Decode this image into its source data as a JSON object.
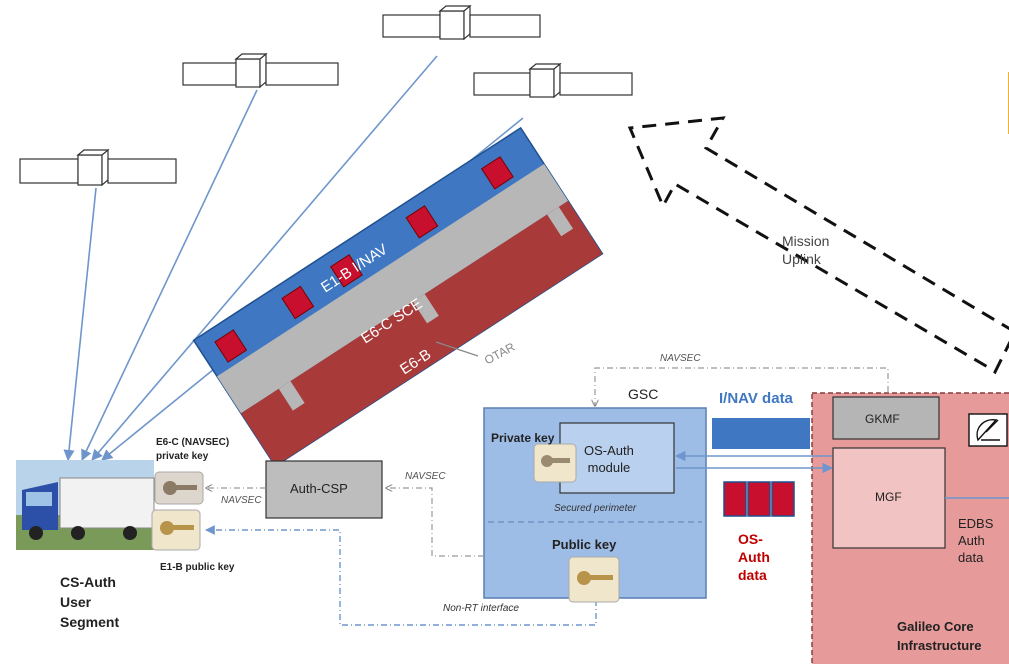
{
  "frequencies": {
    "e1b_inav": "E1-B I/NAV",
    "e6c_sce": "E6-C SCE",
    "e6b": "E6-B"
  },
  "labels": {
    "otar": "OTAR",
    "mission_uplink_line1": "Mission",
    "mission_uplink_line2": "Uplink",
    "navsec_top": "NAVSEC",
    "gsc": "GSC",
    "inav_data": "I/NAV data",
    "private_key": "Private key",
    "os_auth_module_line1": "OS-Auth",
    "os_auth_module_line2": "module",
    "secured_perimeter": "Secured perimeter",
    "public_key": "Public key",
    "os_auth_data_line1": "OS-",
    "os_auth_data_line2": "Auth",
    "os_auth_data_line3": "data",
    "gkmf": "GKMF",
    "mgf": "MGF",
    "edbs_line1": "EDBS",
    "edbs_line2": "Auth",
    "edbs_line3": "data",
    "galileo_line1": "Galileo Core",
    "galileo_line2": "Infrastructure",
    "auth_csp": "Auth-CSP",
    "navsec_mid": "NAVSEC",
    "navsec_left": "NAVSEC",
    "e6c_key_line1": "E6-C (NAVSEC)",
    "e6c_key_line2": "private key",
    "e1b_public_key": "E1-B public key",
    "non_rt_interface": "Non-RT interface",
    "user_segment_line1": "CS-Auth",
    "user_segment_line2": "User",
    "user_segment_line3": "Segment"
  },
  "colors": {
    "sat_stroke": "#333333",
    "signal_line": "#6f96cc",
    "e1b_blue": "#3f77c2",
    "e6c_grey": "#b7b7b7",
    "e6b_red": "#a93a3a",
    "block_red": "#c8102e",
    "gsc_fill": "#9dbde6",
    "gsc_stroke": "#5a7fb3",
    "galileo_fill": "#e79a9a",
    "mgf_fill": "#f2c3c3",
    "red_text": "#c00000",
    "blue_text": "#3f77c2"
  },
  "icons": [
    "satellite-icon",
    "key-icon",
    "satellite-dish-icon",
    "truck-icon"
  ]
}
